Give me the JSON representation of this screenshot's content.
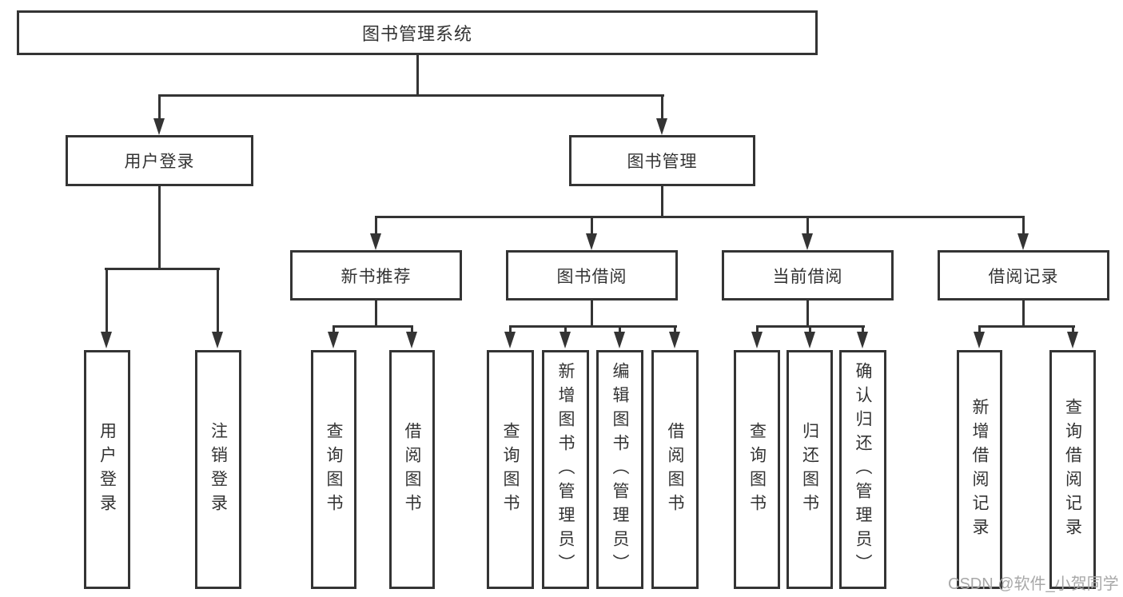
{
  "tree": {
    "root": {
      "label": "图书管理系统"
    },
    "branches": [
      {
        "label": "用户登录",
        "children": [
          {
            "label": "用户登录"
          },
          {
            "label": "注销登录"
          }
        ]
      },
      {
        "label": "图书管理",
        "children": [
          {
            "label": "新书推荐",
            "children": [
              {
                "label": "查询图书"
              },
              {
                "label": "借阅图书"
              }
            ]
          },
          {
            "label": "图书借阅",
            "children": [
              {
                "label": "查询图书"
              },
              {
                "label": "新增图书（管理员）"
              },
              {
                "label": "编辑图书（管理员）"
              },
              {
                "label": "借阅图书"
              }
            ]
          },
          {
            "label": "当前借阅",
            "children": [
              {
                "label": "查询图书"
              },
              {
                "label": "归还图书"
              },
              {
                "label": "确认归还（管理员）"
              }
            ]
          },
          {
            "label": "借阅记录",
            "children": [
              {
                "label": "新增借阅记录"
              },
              {
                "label": "查询借阅记录"
              }
            ]
          }
        ]
      }
    ]
  },
  "watermark": {
    "text": "CSDN @软件_小贺同学"
  },
  "colors": {
    "line": "#343434",
    "text": "#333333",
    "watermark_text": "#a8a8a8",
    "background": "#ffffff"
  }
}
